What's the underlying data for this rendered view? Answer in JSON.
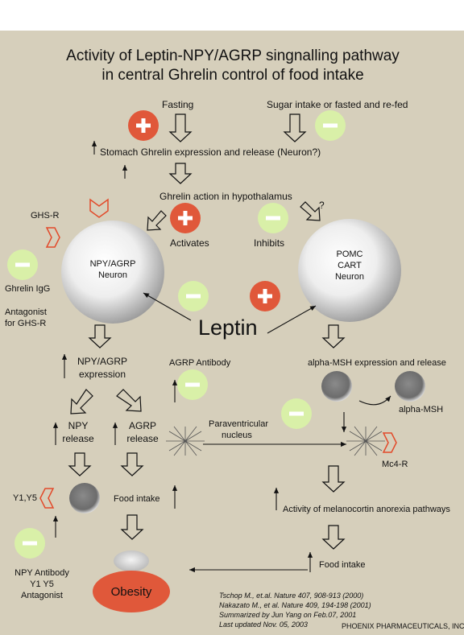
{
  "title": {
    "line1": "Activity of Leptin-NPY/AGRP singnalling pathway",
    "line2": "in central Ghrelin control of food intake"
  },
  "labels": {
    "fasting": "Fasting",
    "sugar_intake": "Sugar intake or fasted and re-fed",
    "stomach_ghrelin": "Stomach Ghrelin expression and release (Neuron?)",
    "ghrelin_action": "Ghrelin action in hypothalamus",
    "activates": "Activates",
    "inhibits": "Inhibits",
    "question": "?",
    "ghsr": "GHS-R",
    "ghrelin_igg": "Ghrelin IgG",
    "antagonist_ghsr_1": "Antagonist",
    "antagonist_ghsr_2": "for GHS-R",
    "npy_neuron_1": "NPY/AGRP",
    "npy_neuron_2": "Neuron",
    "pomc_1": "POMC",
    "pomc_2": "CART",
    "pomc_3": "Neuron",
    "leptin": "Leptin",
    "npy_expr_1": "NPY/AGRP",
    "npy_expr_2": "expression",
    "agrp_antibody": "AGRP Antibody",
    "alpha_msh_expr": "alpha-MSH expression and release",
    "alpha_msh": "alpha-MSH",
    "npy_release_1": "NPY",
    "npy_release_2": "release",
    "agrp_release_1": "AGRP",
    "agrp_release_2": "release",
    "pvn_1": "Paraventricular",
    "pvn_2": "nucleus",
    "mc4r": "Mc4-R",
    "y1y5": "Y1,Y5",
    "food_intake_left": "Food intake",
    "melanocortin": "Activity of melanocortin anorexia pathways",
    "npy_antibody_1": "NPY Antibody",
    "npy_antibody_2": "Y1  Y5",
    "npy_antibody_3": "Antagonist",
    "food_intake_right": "Food intake",
    "obesity": "Obesity"
  },
  "references": [
    "Tschop M., et.al.  Nature 407, 908-913 (2000)",
    "Nakazato M., et al.  Nature 409, 194-198 (2001)",
    "Summarized by Jun Yang on Feb.07, 2001",
    "Last updated Nov. 05, 2003"
  ],
  "company": "PHOENIX PHARMACEUTICALS, INC.",
  "colors": {
    "background": "#d6cfbb",
    "plus": "#e0583a",
    "minus": "#d9f0a8",
    "receptor": "#e24a2a",
    "obesity": "#e0583a"
  },
  "icons": {
    "plus": "plus-sign-icon",
    "minus": "minus-sign-icon",
    "receptor": "receptor-chevron-icon",
    "synapse": "synapse-star-icon"
  }
}
